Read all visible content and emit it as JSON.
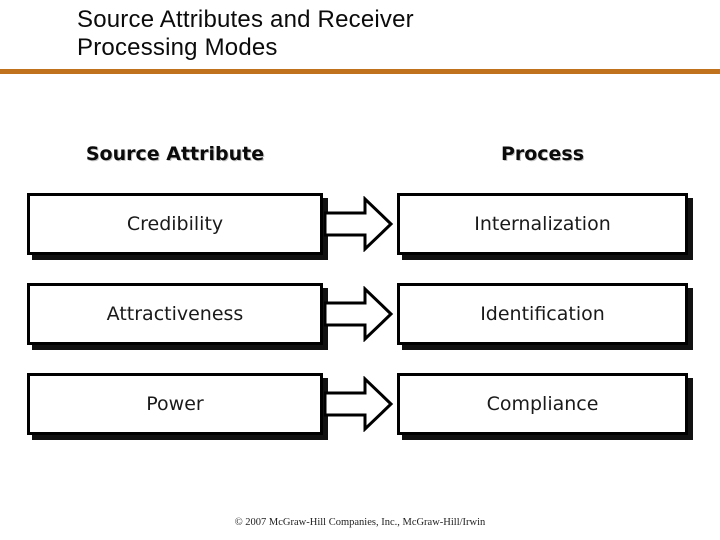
{
  "slide": {
    "title": {
      "line1": "Source Attributes and Receiver",
      "line2": "Processing Modes"
    },
    "columns": {
      "left_header": "Source Attribute",
      "right_header": "Process"
    },
    "rows": [
      {
        "source": "Credibility",
        "process": "Internalization"
      },
      {
        "source": "Attractiveness",
        "process": "Identification"
      },
      {
        "source": "Power",
        "process": "Compliance"
      }
    ],
    "footer": "© 2007 McGraw-Hill Companies, Inc., McGraw-Hill/Irwin",
    "icons": {
      "arrow": "block-arrow-right"
    },
    "colors": {
      "divider": "#C0731C",
      "box_border": "#000000",
      "box_fill": "#FFFFFF",
      "box_shadow": "#111111"
    }
  }
}
